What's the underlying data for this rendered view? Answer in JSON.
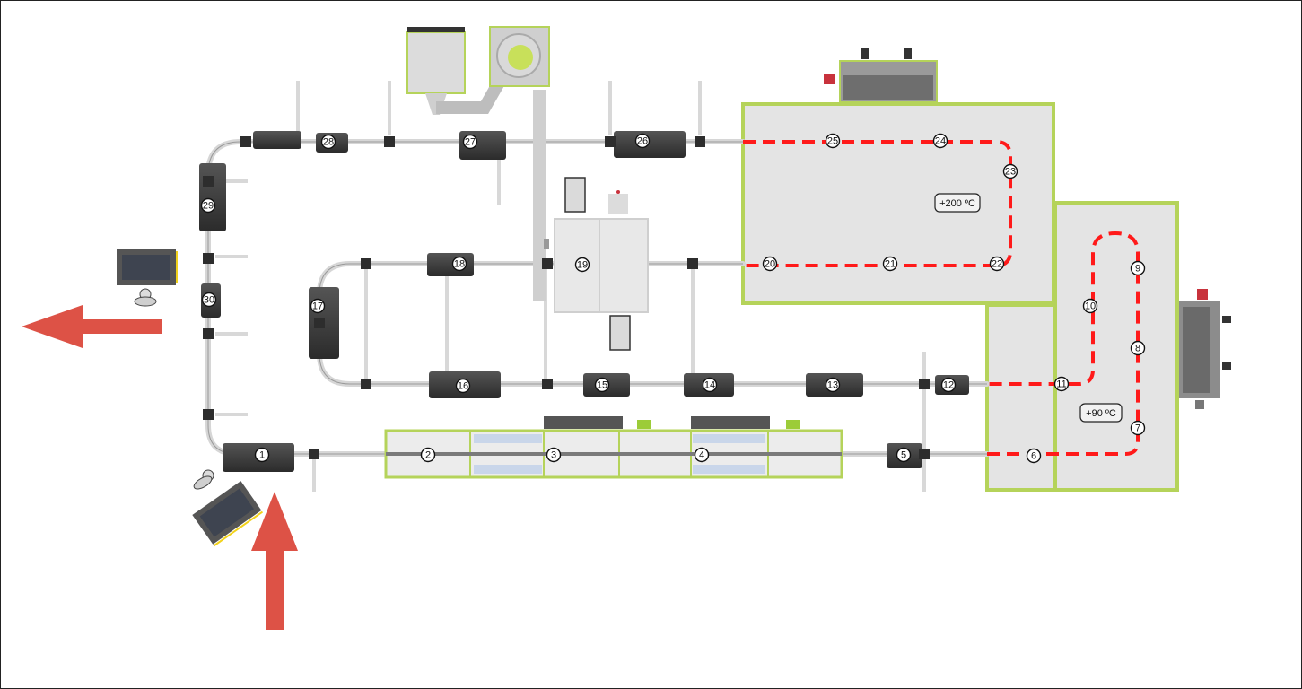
{
  "stations": [
    "1",
    "2",
    "3",
    "4",
    "5",
    "6",
    "7",
    "8",
    "9",
    "10",
    "11",
    "12",
    "13",
    "14",
    "15",
    "16",
    "17",
    "18",
    "19",
    "20",
    "21",
    "22",
    "23",
    "24",
    "25",
    "26",
    "27",
    "28",
    "29",
    "30"
  ],
  "ovens": [
    {
      "temp": "+200 ºC"
    },
    {
      "temp": "+90 ºC"
    }
  ],
  "colors": {
    "frame": "#b5d35a",
    "oven_floor": "#e4e4e4",
    "path": "#ff1a1a",
    "arrow": "#dd5246",
    "station": "#3a3a3a",
    "rail": "#dedede"
  },
  "icons": [
    "entry-arrow-icon",
    "exit-arrow-icon",
    "operator-icon"
  ]
}
